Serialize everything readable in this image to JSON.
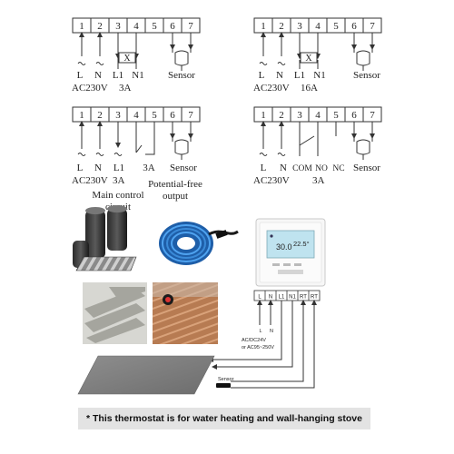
{
  "diagrams": [
    {
      "terminals": [
        "1",
        "2",
        "3",
        "4",
        "5",
        "6",
        "7"
      ],
      "labels": {
        "l": "L",
        "n": "N",
        "l1": "L1",
        "n1": "N1",
        "supply": "AC230V",
        "current": "3A",
        "sensor": "Sensor"
      },
      "relay_mark": "X"
    },
    {
      "terminals": [
        "1",
        "2",
        "3",
        "4",
        "5",
        "6",
        "7"
      ],
      "labels": {
        "l": "L",
        "n": "N",
        "l1": "L1",
        "n1": "N1",
        "supply": "AC230V",
        "current": "16A",
        "sensor": "Sensor"
      },
      "relay_mark": "X"
    },
    {
      "terminals": [
        "1",
        "2",
        "3",
        "4",
        "5",
        "6",
        "7"
      ],
      "labels": {
        "l": "L",
        "n": "N",
        "l1": "L1",
        "supply": "AC230V",
        "l1_current": "3A",
        "contact_current": "3A",
        "sensor": "Sensor",
        "main_control_1": "Main control",
        "main_control_2": "circuit",
        "potential_free_1": "Potential-free",
        "potential_free_2": "output"
      }
    },
    {
      "terminals": [
        "1",
        "2",
        "3",
        "4",
        "5",
        "6",
        "7"
      ],
      "labels": {
        "l": "L",
        "n": "N",
        "com": "COM",
        "no": "NO",
        "nc": "NC",
        "supply": "AC230V",
        "current": "3A",
        "sensor": "Sensor"
      }
    }
  ],
  "wiring": {
    "terminals": [
      "L",
      "N",
      "L1",
      "N1",
      "RT",
      "RT"
    ],
    "input_l": "L",
    "input_n": "N",
    "power_1": "AC/DC24V",
    "power_2": "or AC95~250V",
    "sensor": "Sensor"
  },
  "thermostat_display": {
    "room_temp": "30.0",
    "set_temp": "22.5"
  },
  "note": "* This thermostat is for water heating and wall-hanging stove"
}
